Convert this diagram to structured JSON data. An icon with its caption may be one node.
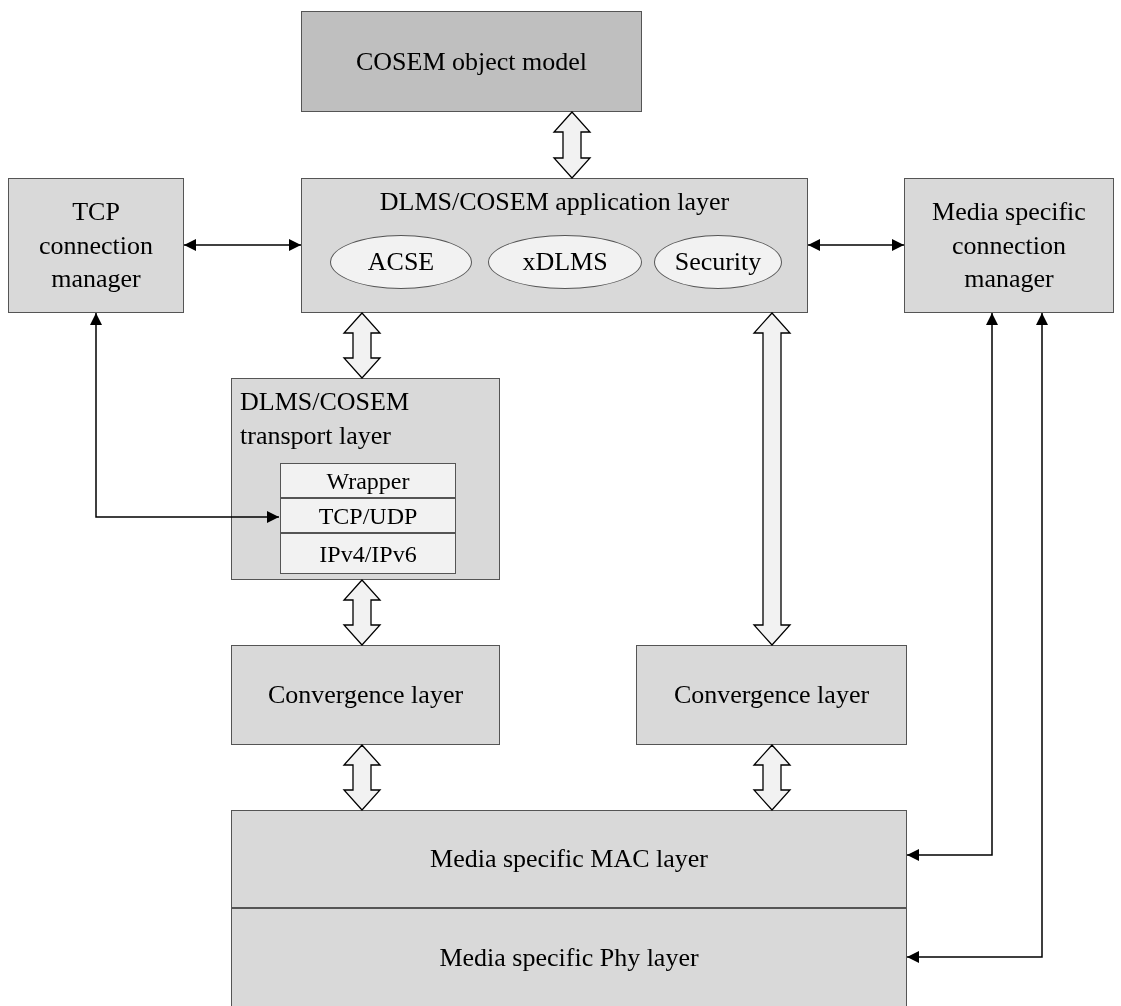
{
  "diagram": {
    "nodes": [
      {
        "text": [
          "COSEM object model"
        ]
      },
      {
        "text": [
          "TCP connection manager"
        ]
      },
      {
        "text": [
          "DLMS/COSEM application layer"
        ]
      },
      {
        "text": [
          "ACSE"
        ],
        "in": 2
      },
      {
        "text": [
          "xDLMS"
        ],
        "in": 2
      },
      {
        "text": [
          "Security"
        ],
        "in": 2
      },
      {
        "text": [
          "Media specific connection manager"
        ]
      },
      {
        "text": [
          "DLMS/COSEM transport layer"
        ]
      },
      {
        "text": [
          "Wrapper"
        ],
        "in": 7
      },
      {
        "text": [
          "TCP/UDP"
        ],
        "in": 7
      },
      {
        "text": [
          "IPv4/IPv6"
        ],
        "in": 7
      },
      {
        "text": [
          "Convergence layer"
        ]
      },
      {
        "text": [
          "Convergence layer"
        ]
      },
      {
        "text": [
          "Media specific MAC layer"
        ]
      },
      {
        "text": [
          "Media specific Phy layer"
        ]
      }
    ],
    "edges": [
      {
        "from": 0,
        "to": 2,
        "arrow": "both",
        "style": "thick"
      },
      {
        "from": 1,
        "to": 2,
        "arrow": "both"
      },
      {
        "from": 2,
        "to": 6,
        "arrow": "both"
      },
      {
        "from": 2,
        "to": 7,
        "arrow": "both",
        "style": "thick"
      },
      {
        "from": 2,
        "to": 12,
        "arrow": "both",
        "style": "thick"
      },
      {
        "from": 1,
        "to": 9,
        "arrow": "both"
      },
      {
        "from": 7,
        "to": 11,
        "arrow": "both",
        "style": "thick"
      },
      {
        "from": 11,
        "to": 13,
        "arrow": "both",
        "style": "thick"
      },
      {
        "from": 12,
        "to": 13,
        "arrow": "both",
        "style": "thick"
      },
      {
        "from": 6,
        "to": 13,
        "arrow": "both"
      },
      {
        "from": 6,
        "to": 14,
        "arrow": "both"
      }
    ]
  }
}
